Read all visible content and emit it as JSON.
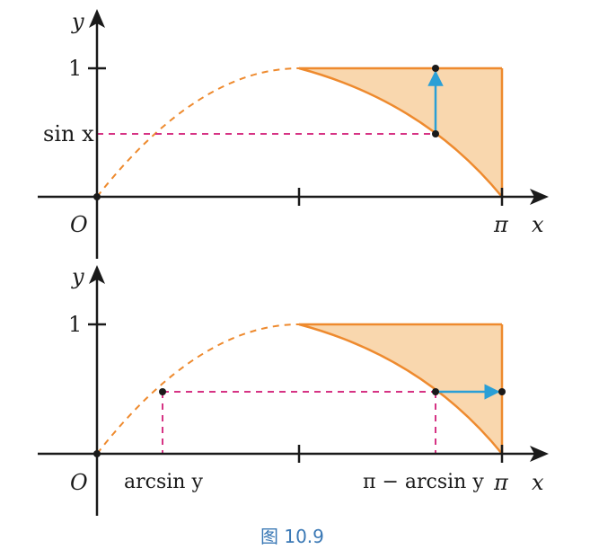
{
  "colors": {
    "axis": "#1a1a1a",
    "curve": "#ee8a2e",
    "fill": "#f9d7ae",
    "guide": "#d63384",
    "arrow": "#2a9fd6",
    "point": "#1a1a1a",
    "caption": "#3a78b5"
  },
  "top": {
    "y_axis_label": "y",
    "x_axis_label": "x",
    "origin_label": "O",
    "y_tick_one": "1",
    "sinx_label": "sin x",
    "pi_label": "π"
  },
  "bottom": {
    "y_axis_label": "y",
    "x_axis_label": "x",
    "origin_label": "O",
    "y_tick_one": "1",
    "arcsin_label": "arcsin y",
    "pi_minus_label": "π − arcsin y",
    "pi_label": "π"
  },
  "caption": "图 10.9"
}
